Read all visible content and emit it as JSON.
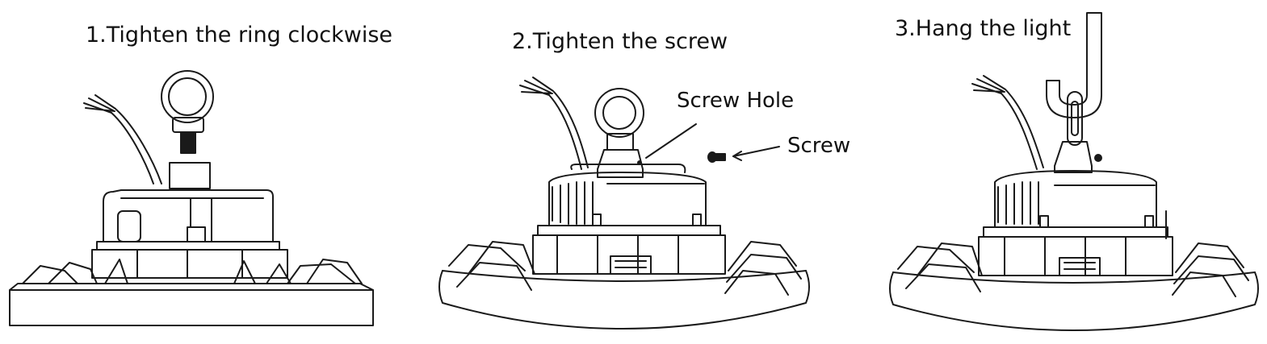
{
  "steps": [
    {
      "title": "1.Tighten the ring clockwise"
    },
    {
      "title": "2.Tighten the screw"
    },
    {
      "title": "3.Hang the light"
    }
  ],
  "callouts": {
    "screw_hole": "Screw Hole",
    "screw": "Screw"
  },
  "colors": {
    "line": "#1a1a1a",
    "background": "#ffffff"
  }
}
